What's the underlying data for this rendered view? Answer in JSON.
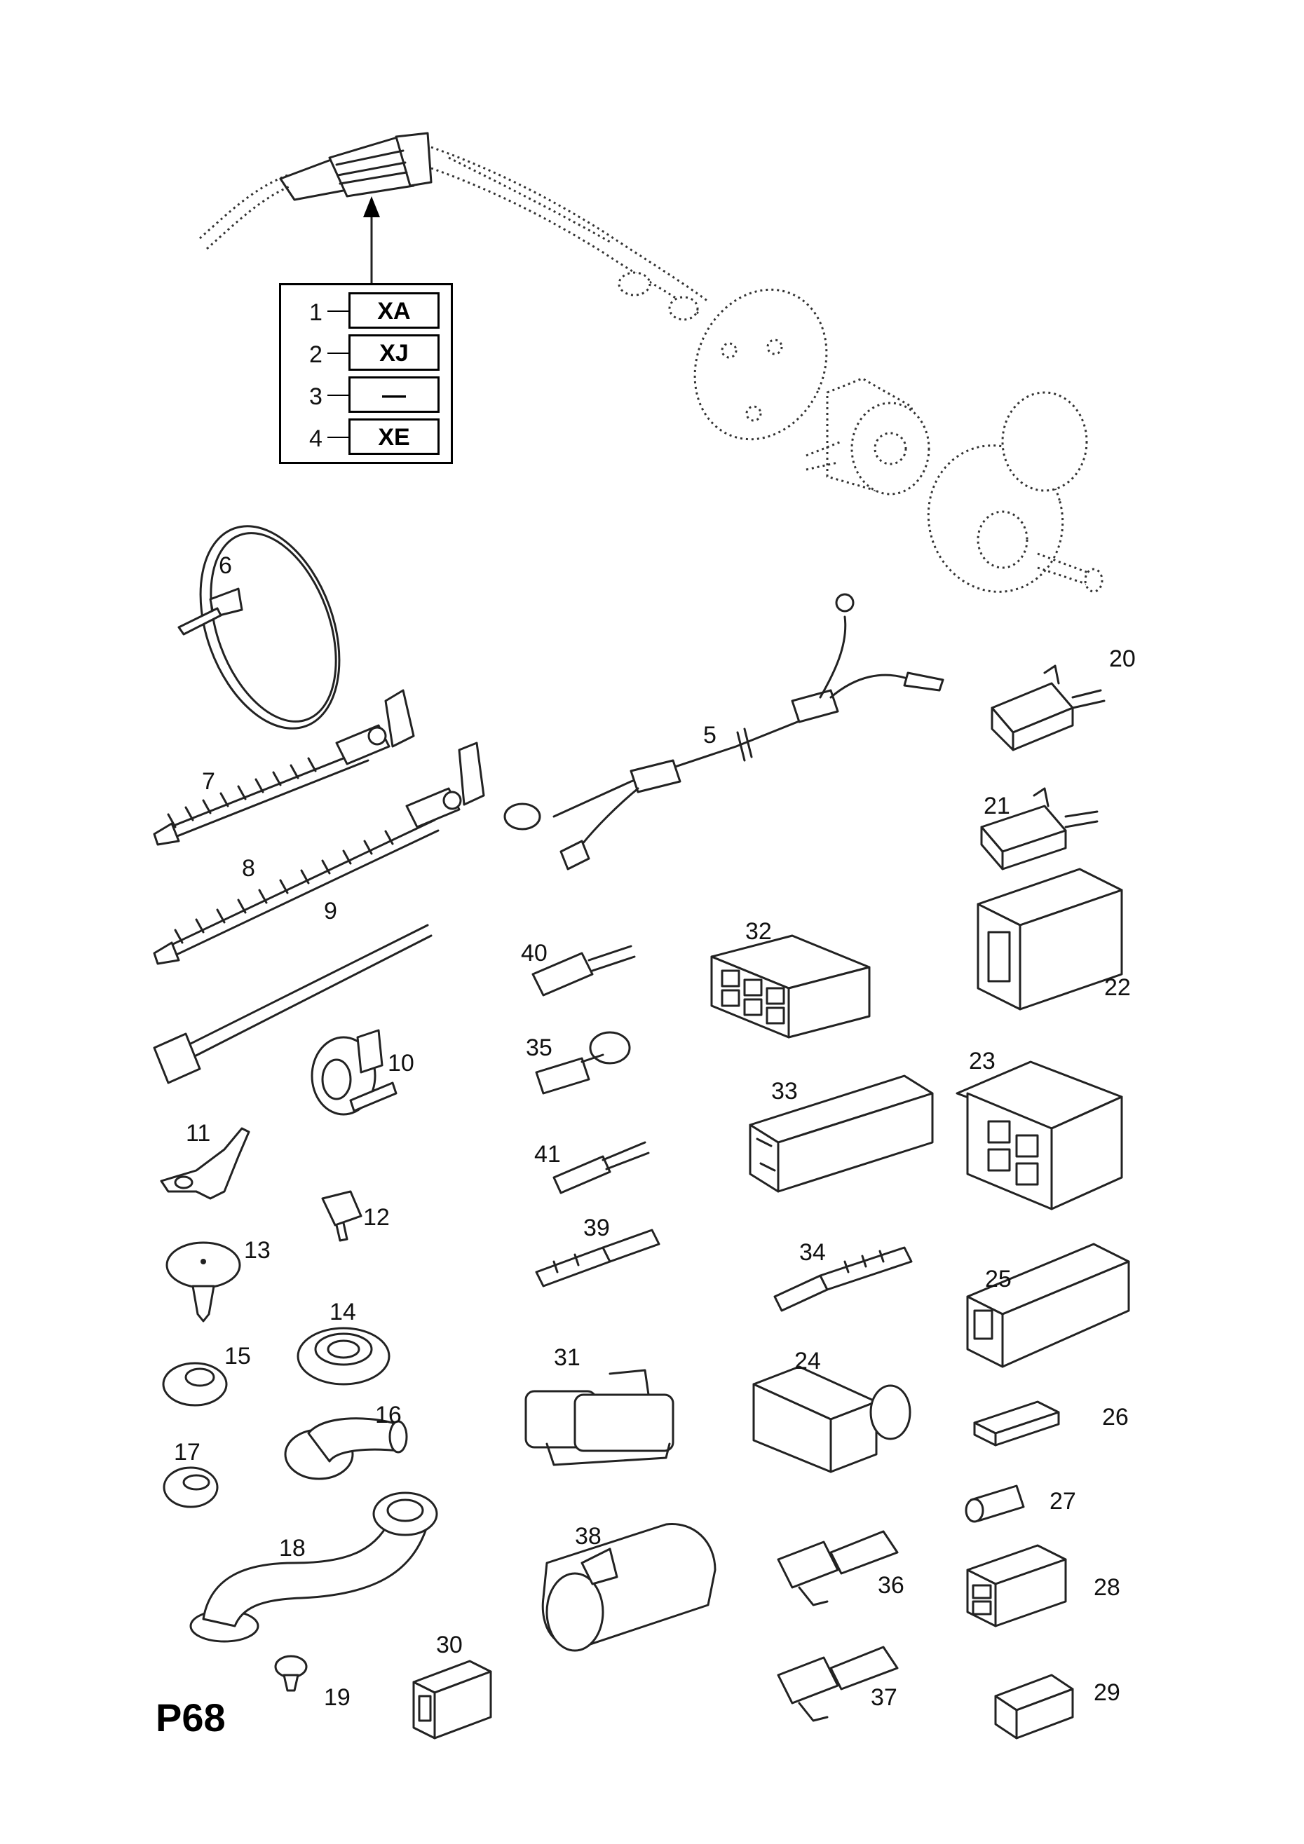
{
  "page_code": "P68",
  "variant_table": {
    "rows": [
      {
        "index": "1",
        "code": "XA"
      },
      {
        "index": "2",
        "code": "XJ"
      },
      {
        "index": "3",
        "code": "—"
      },
      {
        "index": "4",
        "code": "XE"
      }
    ]
  },
  "callouts": [
    "6",
    "20",
    "7",
    "5",
    "21",
    "8",
    "22",
    "9",
    "40",
    "32",
    "10",
    "35",
    "23",
    "33",
    "11",
    "41",
    "12",
    "13",
    "39",
    "34",
    "25",
    "14",
    "15",
    "31",
    "24",
    "16",
    "26",
    "17",
    "27",
    "38",
    "18",
    "36",
    "28",
    "30",
    "37",
    "19",
    "29"
  ]
}
